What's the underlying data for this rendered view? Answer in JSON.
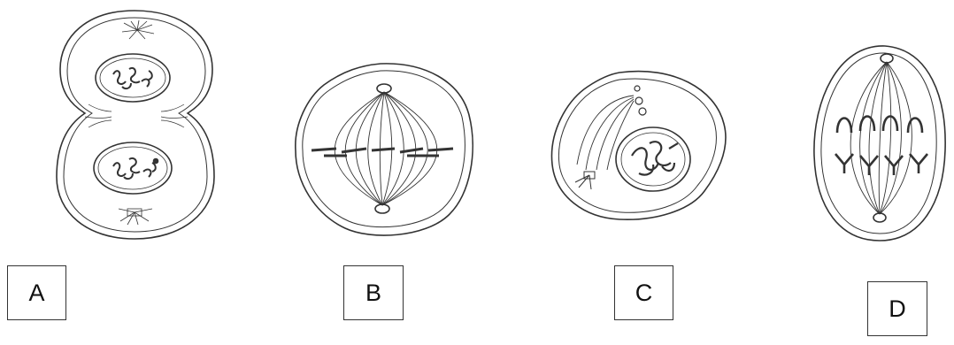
{
  "labels": {
    "a": "A",
    "b": "B",
    "c": "C",
    "d": "D"
  },
  "stages": [
    {
      "label": "A",
      "depicts": "telophase"
    },
    {
      "label": "B",
      "depicts": "metaphase"
    },
    {
      "label": "C",
      "depicts": "prophase"
    },
    {
      "label": "D",
      "depicts": "anaphase"
    }
  ],
  "colors": {
    "ink": "#333333",
    "paper": "#ffffff"
  }
}
